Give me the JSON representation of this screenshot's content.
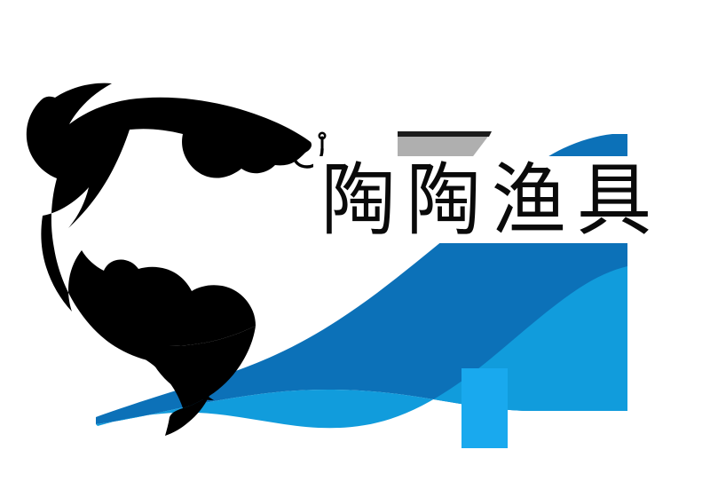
{
  "logo": {
    "brand_name": "陶陶渔具",
    "characters": [
      "陶",
      "陶",
      "渔",
      "具"
    ],
    "type": "fishing-tackle-brand-logo",
    "background_color": "#ffffff",
    "elements": {
      "fish": {
        "name": "leaping-fish-silhouette",
        "color": "#000000",
        "description": "black leaping salmon silhouette facing right"
      },
      "hook": {
        "name": "fishing-hook",
        "color": "#000000",
        "description": "small fishing hook at the fish mouth"
      },
      "wave_upper": {
        "name": "upper-wave",
        "color": "#0C71B8"
      },
      "wave_lower": {
        "name": "lower-wave",
        "color": "#119CDC"
      },
      "wave_accent": {
        "name": "wave-accent-bright",
        "color": "#19A9EE"
      },
      "gray_band": {
        "name": "gray-parallelogram-accent",
        "color": "#AFAFAF"
      },
      "dark_stripe": {
        "name": "dark-top-stripe",
        "color": "#1C1C1C"
      },
      "text_band": {
        "name": "white-text-band",
        "color": "#FFFFFF"
      }
    },
    "colors": {
      "black": "#000000",
      "deep_blue": "#0C71B8",
      "bright_blue": "#119CDC",
      "accent_blue": "#19A9EE",
      "gray": "#AFAFAF",
      "white": "#FFFFFF"
    }
  }
}
